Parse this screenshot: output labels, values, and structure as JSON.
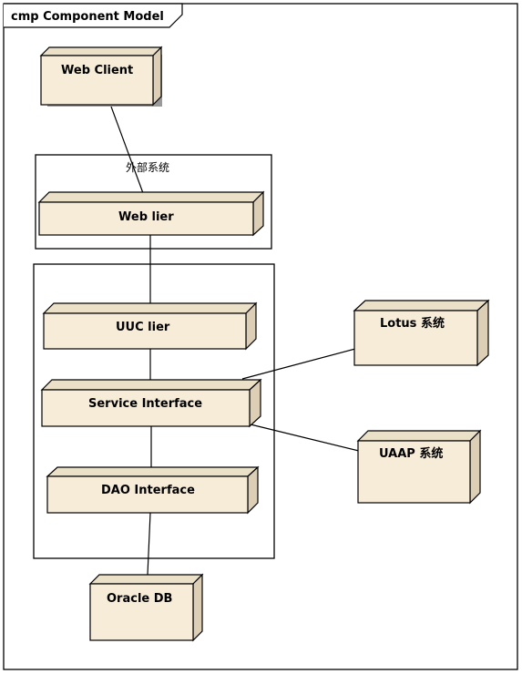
{
  "frame": {
    "title": "cmp Component Model"
  },
  "packages": {
    "external_label": "外部系统"
  },
  "nodes": {
    "web_client": "Web Client",
    "web_tier": "Web lier",
    "uuc_tier": "UUC lier",
    "service_interface": "Service Interface",
    "dao_interface": "DAO Interface",
    "oracle_db": "Oracle DB",
    "lotus": "Lotus 系统",
    "uaap": "UAAP 系统"
  }
}
